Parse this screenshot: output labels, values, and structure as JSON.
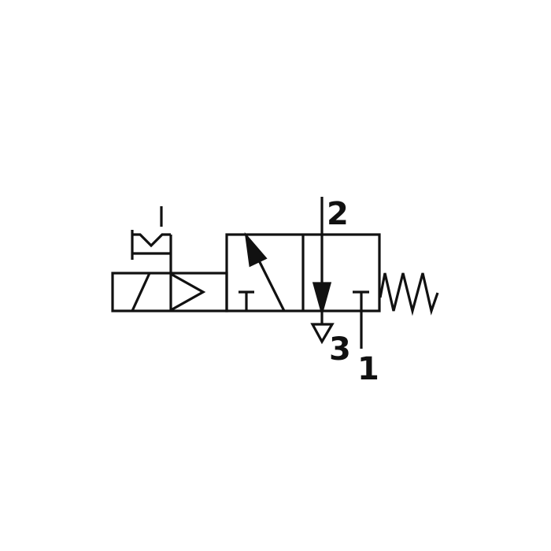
{
  "diagram": {
    "ports": {
      "p2": "2",
      "p3": "3",
      "p1": "1"
    },
    "colors": {
      "line": "#111111",
      "background": "#ffffff"
    }
  }
}
